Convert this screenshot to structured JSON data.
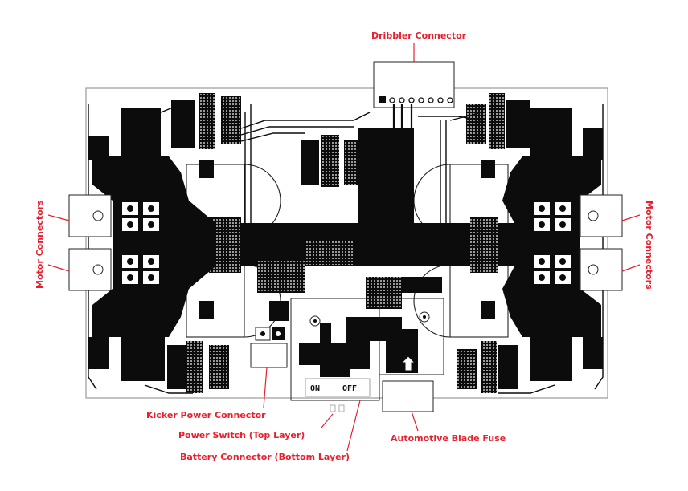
{
  "labels": {
    "dribbler": "Dribbler Connector",
    "motor_left": "Motor Connectors",
    "motor_right": "Motor Connectors",
    "kicker": "Kicker Power Connector",
    "power_switch": "Power Switch (Top Layer)",
    "battery": "Battery Connector (Bottom Layer)",
    "fuse": "Automotive Blade Fuse"
  },
  "switch": {
    "on": "ON",
    "off": "OFF"
  },
  "colors": {
    "label": "#e8202e",
    "copper": "#0c0c0c",
    "board": "#ffffff"
  }
}
